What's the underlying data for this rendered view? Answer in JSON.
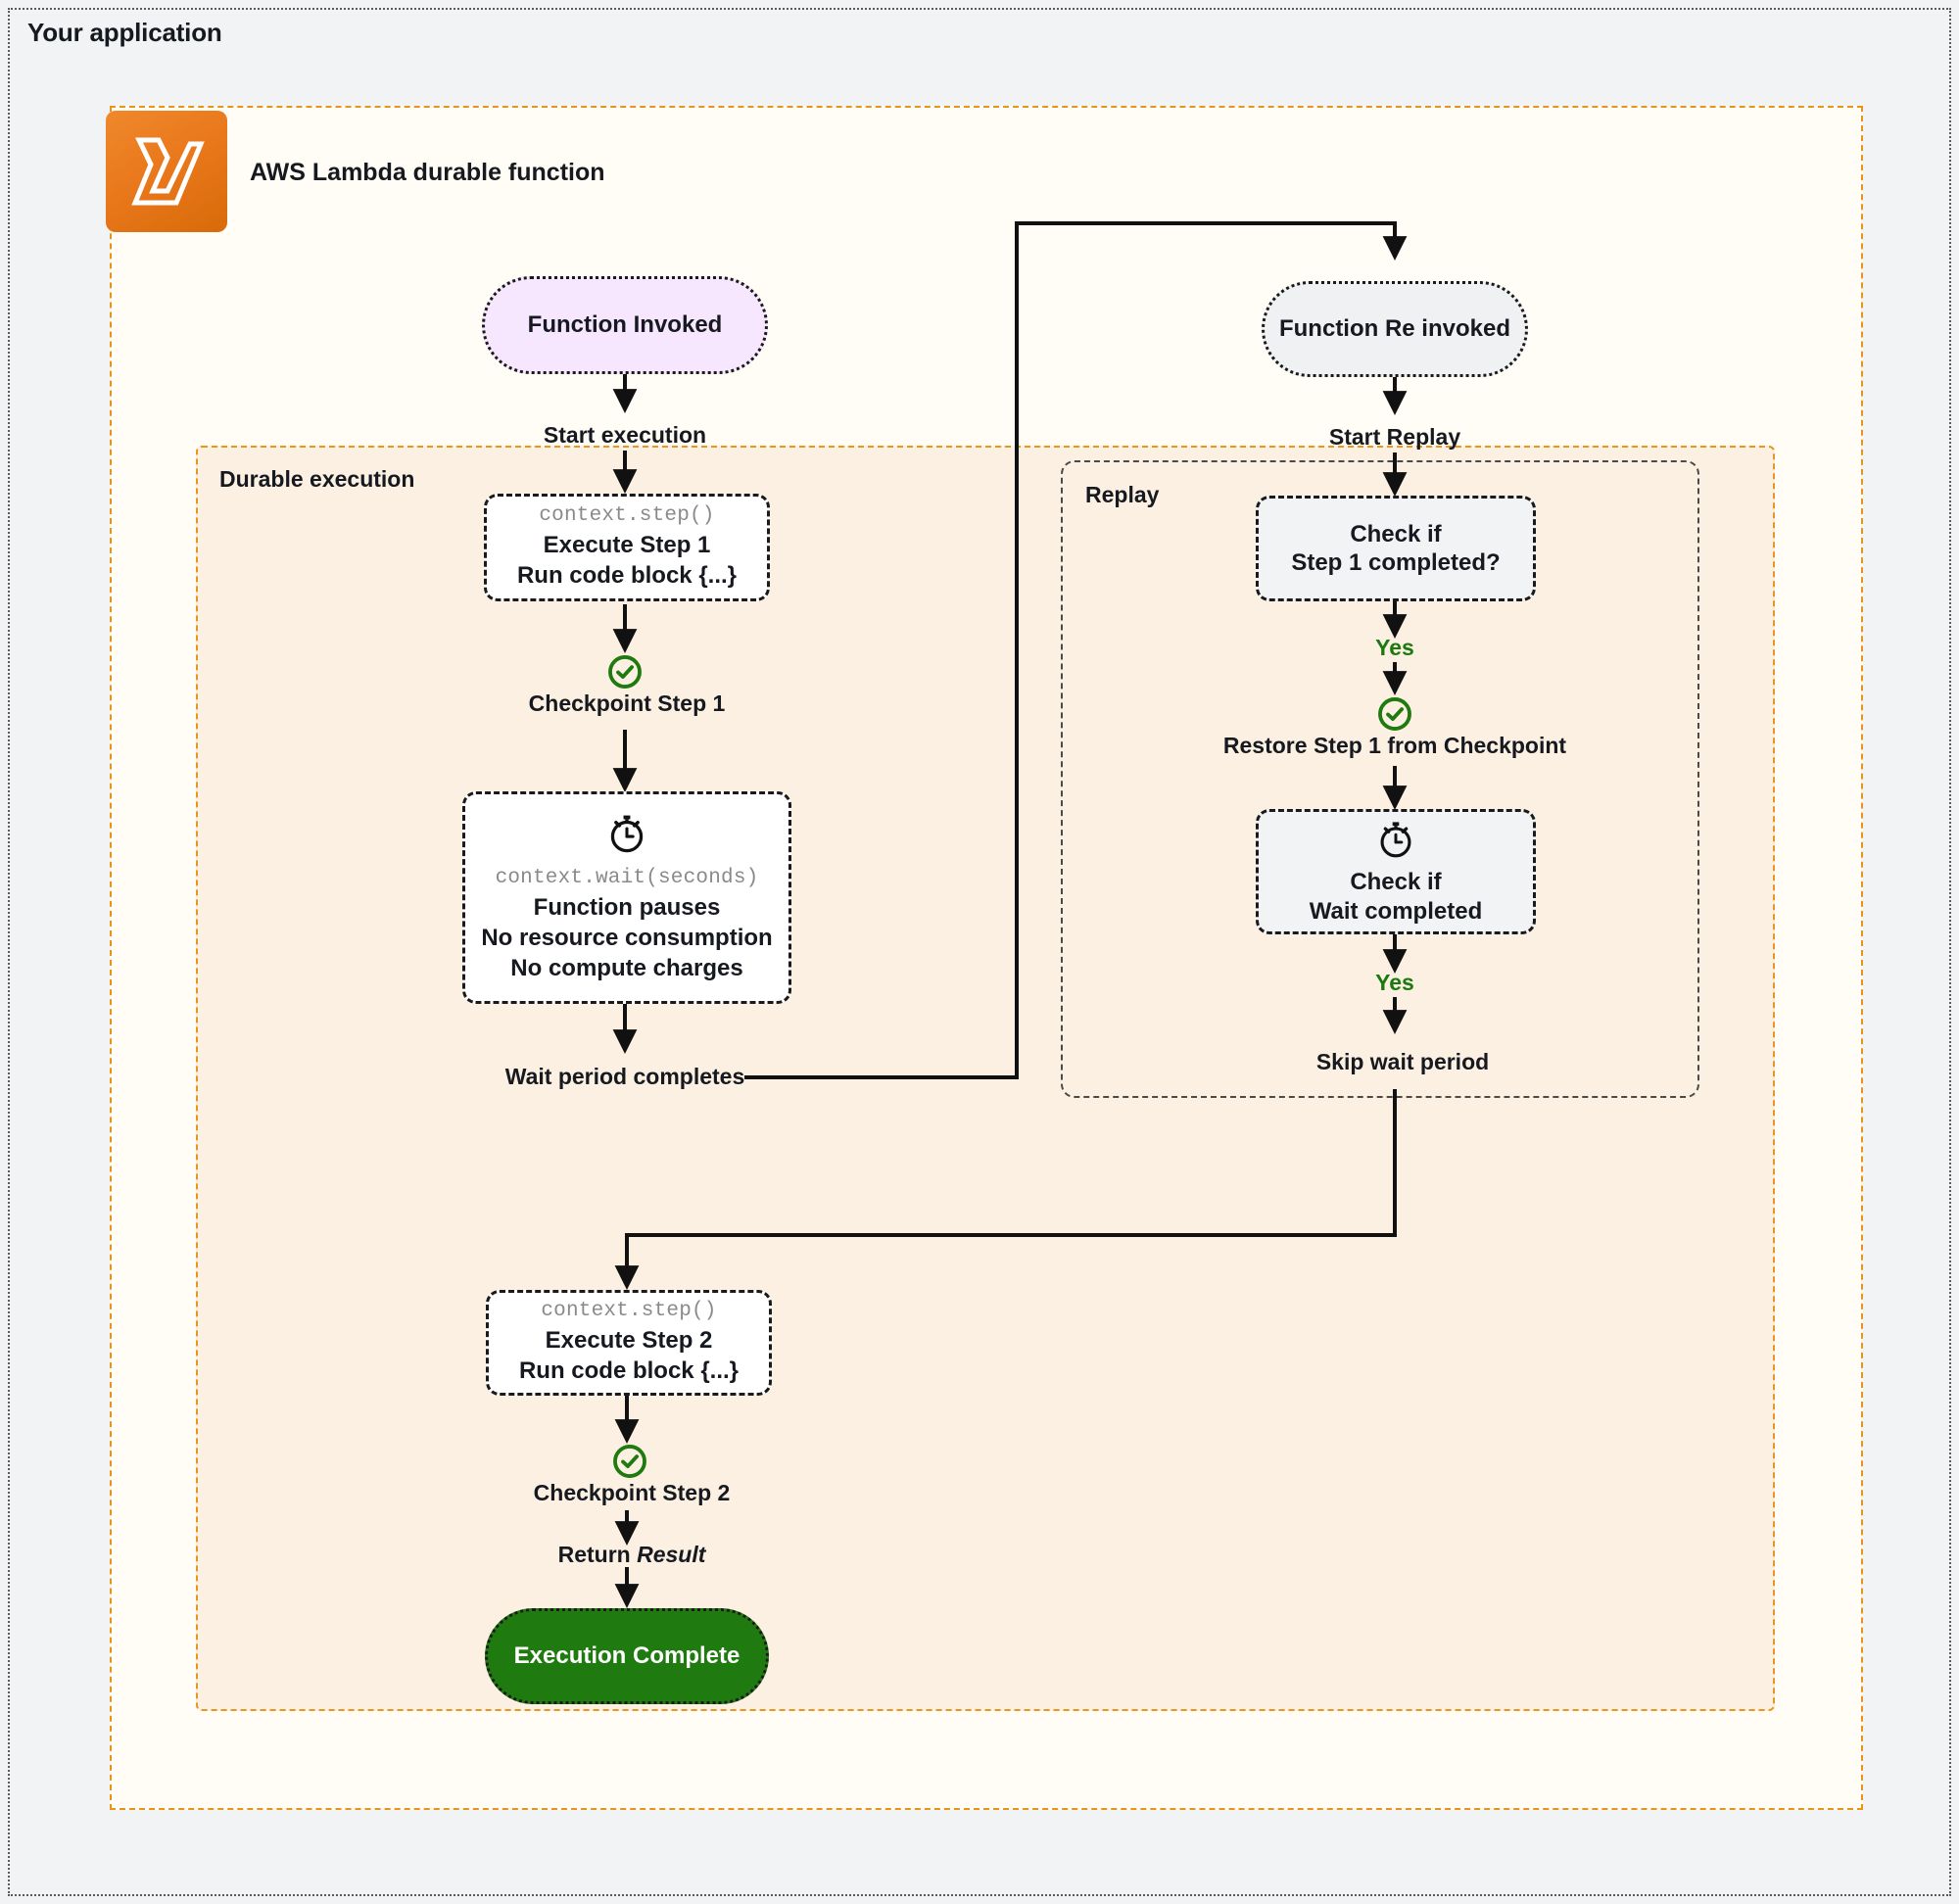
{
  "app": {
    "title": "Your application"
  },
  "lambda_group": {
    "icon_name": "aws-lambda-icon",
    "label": "AWS Lambda durable function"
  },
  "groups": {
    "durable": {
      "title": "Durable execution",
      "border_color": "#e8941a",
      "fill": "#fbf0e2"
    },
    "replay": {
      "title": "Replay",
      "border_color": "#4a4a4a",
      "fill": "#fbf0e2"
    }
  },
  "colors": {
    "accent_orange": "#e8941a",
    "success_green": "#1f7a0f",
    "yes_green": "#1a7a10",
    "start_node_fill": "#f6e7ff",
    "replay_node_fill": "#f0f1f3",
    "code_text": "#8a8a8a",
    "canvas": "#f2f3f4",
    "lambda_group_fill": "#fffdf6"
  },
  "nodes": {
    "function_invoked": {
      "label": "Function Invoked"
    },
    "function_reinvoked": {
      "label": "Function Re invoked"
    },
    "execute_step_1": {
      "code": "context.step()",
      "line1": "Execute Step 1",
      "line2": "Run code block {...}"
    },
    "wait_box": {
      "icon_name": "stopwatch-icon",
      "code": "context.wait(seconds)",
      "line1": "Function pauses",
      "line2": "No resource consumption",
      "line3": "No compute charges"
    },
    "check_step1": {
      "line1": "Check if",
      "line2": "Step 1 completed?"
    },
    "check_wait": {
      "icon_name": "stopwatch-icon",
      "line1": "Check if",
      "line2": "Wait completed"
    },
    "execute_step_2": {
      "code": "context.step()",
      "line1": "Execute Step 2",
      "line2": "Run code block {...}"
    },
    "execution_complete": {
      "label": "Execution Complete"
    }
  },
  "labels": {
    "start_execution": "Start execution",
    "start_replay": "Start Replay",
    "checkpoint_step_1": "Checkpoint Step 1",
    "checkpoint_step_2": "Checkpoint Step 2",
    "wait_period_completes": "Wait period completes",
    "restore_step_1": "Restore Step 1 from Checkpoint",
    "skip_wait_period": "Skip wait period",
    "yes_1": "Yes",
    "yes_2": "Yes",
    "return_bold": "Return",
    "return_italic": "Result"
  },
  "icons": {
    "checkmark_1": "check-circle-icon",
    "checkmark_2": "check-circle-icon",
    "checkmark_3": "check-circle-icon"
  }
}
